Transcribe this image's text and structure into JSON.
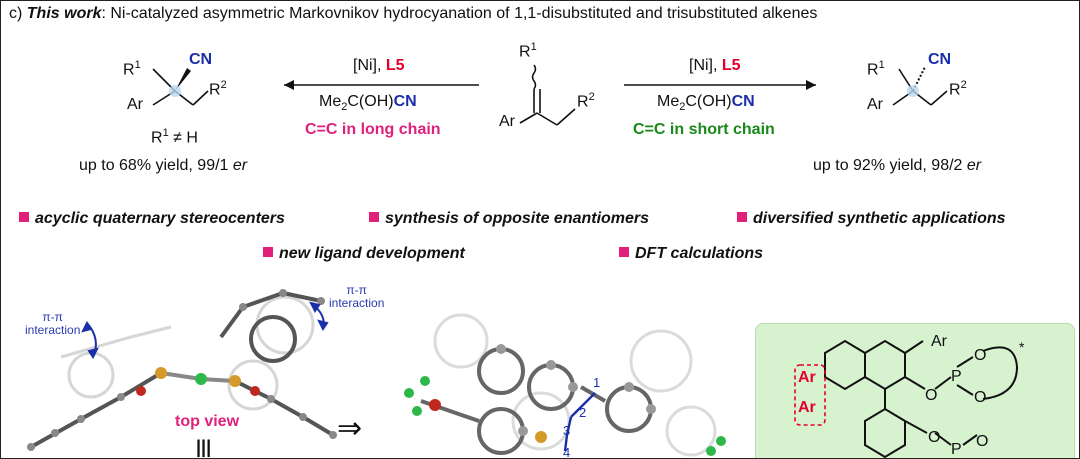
{
  "header": {
    "prefix": "c) ",
    "bold": "This work",
    "rest": ": Ni-catalyzed asymmetric Markovnikov hydrocyanation of 1,1-disubstituted and trisubstituted alkenes"
  },
  "left_product": {
    "r1": "R",
    "r1_sup": "1",
    "cn": "CN",
    "ar": "Ar",
    "r2": "R",
    "r2_sup": "2",
    "cond_r1": "R",
    "cond_sup": "1",
    "cond_rest": " ≠ H",
    "yield_text": "up to 68% yield, 99/1 ",
    "er": "er"
  },
  "left_arrow": {
    "cat": "[Ni], ",
    "ligand": "L5",
    "reagent_pre": "Me",
    "reagent_sub": "2",
    "reagent_mid": "C(OH)",
    "reagent_cn": "CN",
    "note": "C=C in long chain"
  },
  "substrate": {
    "r1": "R",
    "r1_sup": "1",
    "ar": "Ar",
    "r2": "R",
    "r2_sup": "2"
  },
  "right_arrow": {
    "cat": "[Ni], ",
    "ligand": "L5",
    "reagent_pre": "Me",
    "reagent_sub": "2",
    "reagent_mid": "C(OH)",
    "reagent_cn": "CN",
    "note": "C=C in short chain"
  },
  "right_product": {
    "r1": "R",
    "r1_sup": "1",
    "cn": "CN",
    "ar": "Ar",
    "r2": "R",
    "r2_sup": "2",
    "yield_text": "up to 92% yield, 98/2 ",
    "er": "er"
  },
  "bullets": [
    "acyclic quaternary stereocenters",
    "synthesis of opposite enantiomers",
    "diversified synthetic applications",
    "new ligand development",
    "DFT calculations"
  ],
  "structure_labels": {
    "pi_left": "π-π",
    "interaction_left": "interaction",
    "pi_right": "π-π",
    "interaction_right": "interaction",
    "top_view": "top view",
    "equiv": "|||",
    "implies": "⇒"
  },
  "bond_numbers": [
    "1",
    "2",
    "3",
    "4"
  ],
  "ligand": {
    "ar_top": "Ar",
    "ar_left1": "Ar",
    "ar_left2": "Ar",
    "o1": "O",
    "p1": "P",
    "o2": "O",
    "o3": "O",
    "o4": "O",
    "p2": "P",
    "o5": "O",
    "star": "*"
  },
  "colors": {
    "red": "#e4002b",
    "blue": "#1a2fa8",
    "pink": "#e0207a",
    "green": "#198a1a",
    "ligand_bg": "#d7f2cf"
  }
}
